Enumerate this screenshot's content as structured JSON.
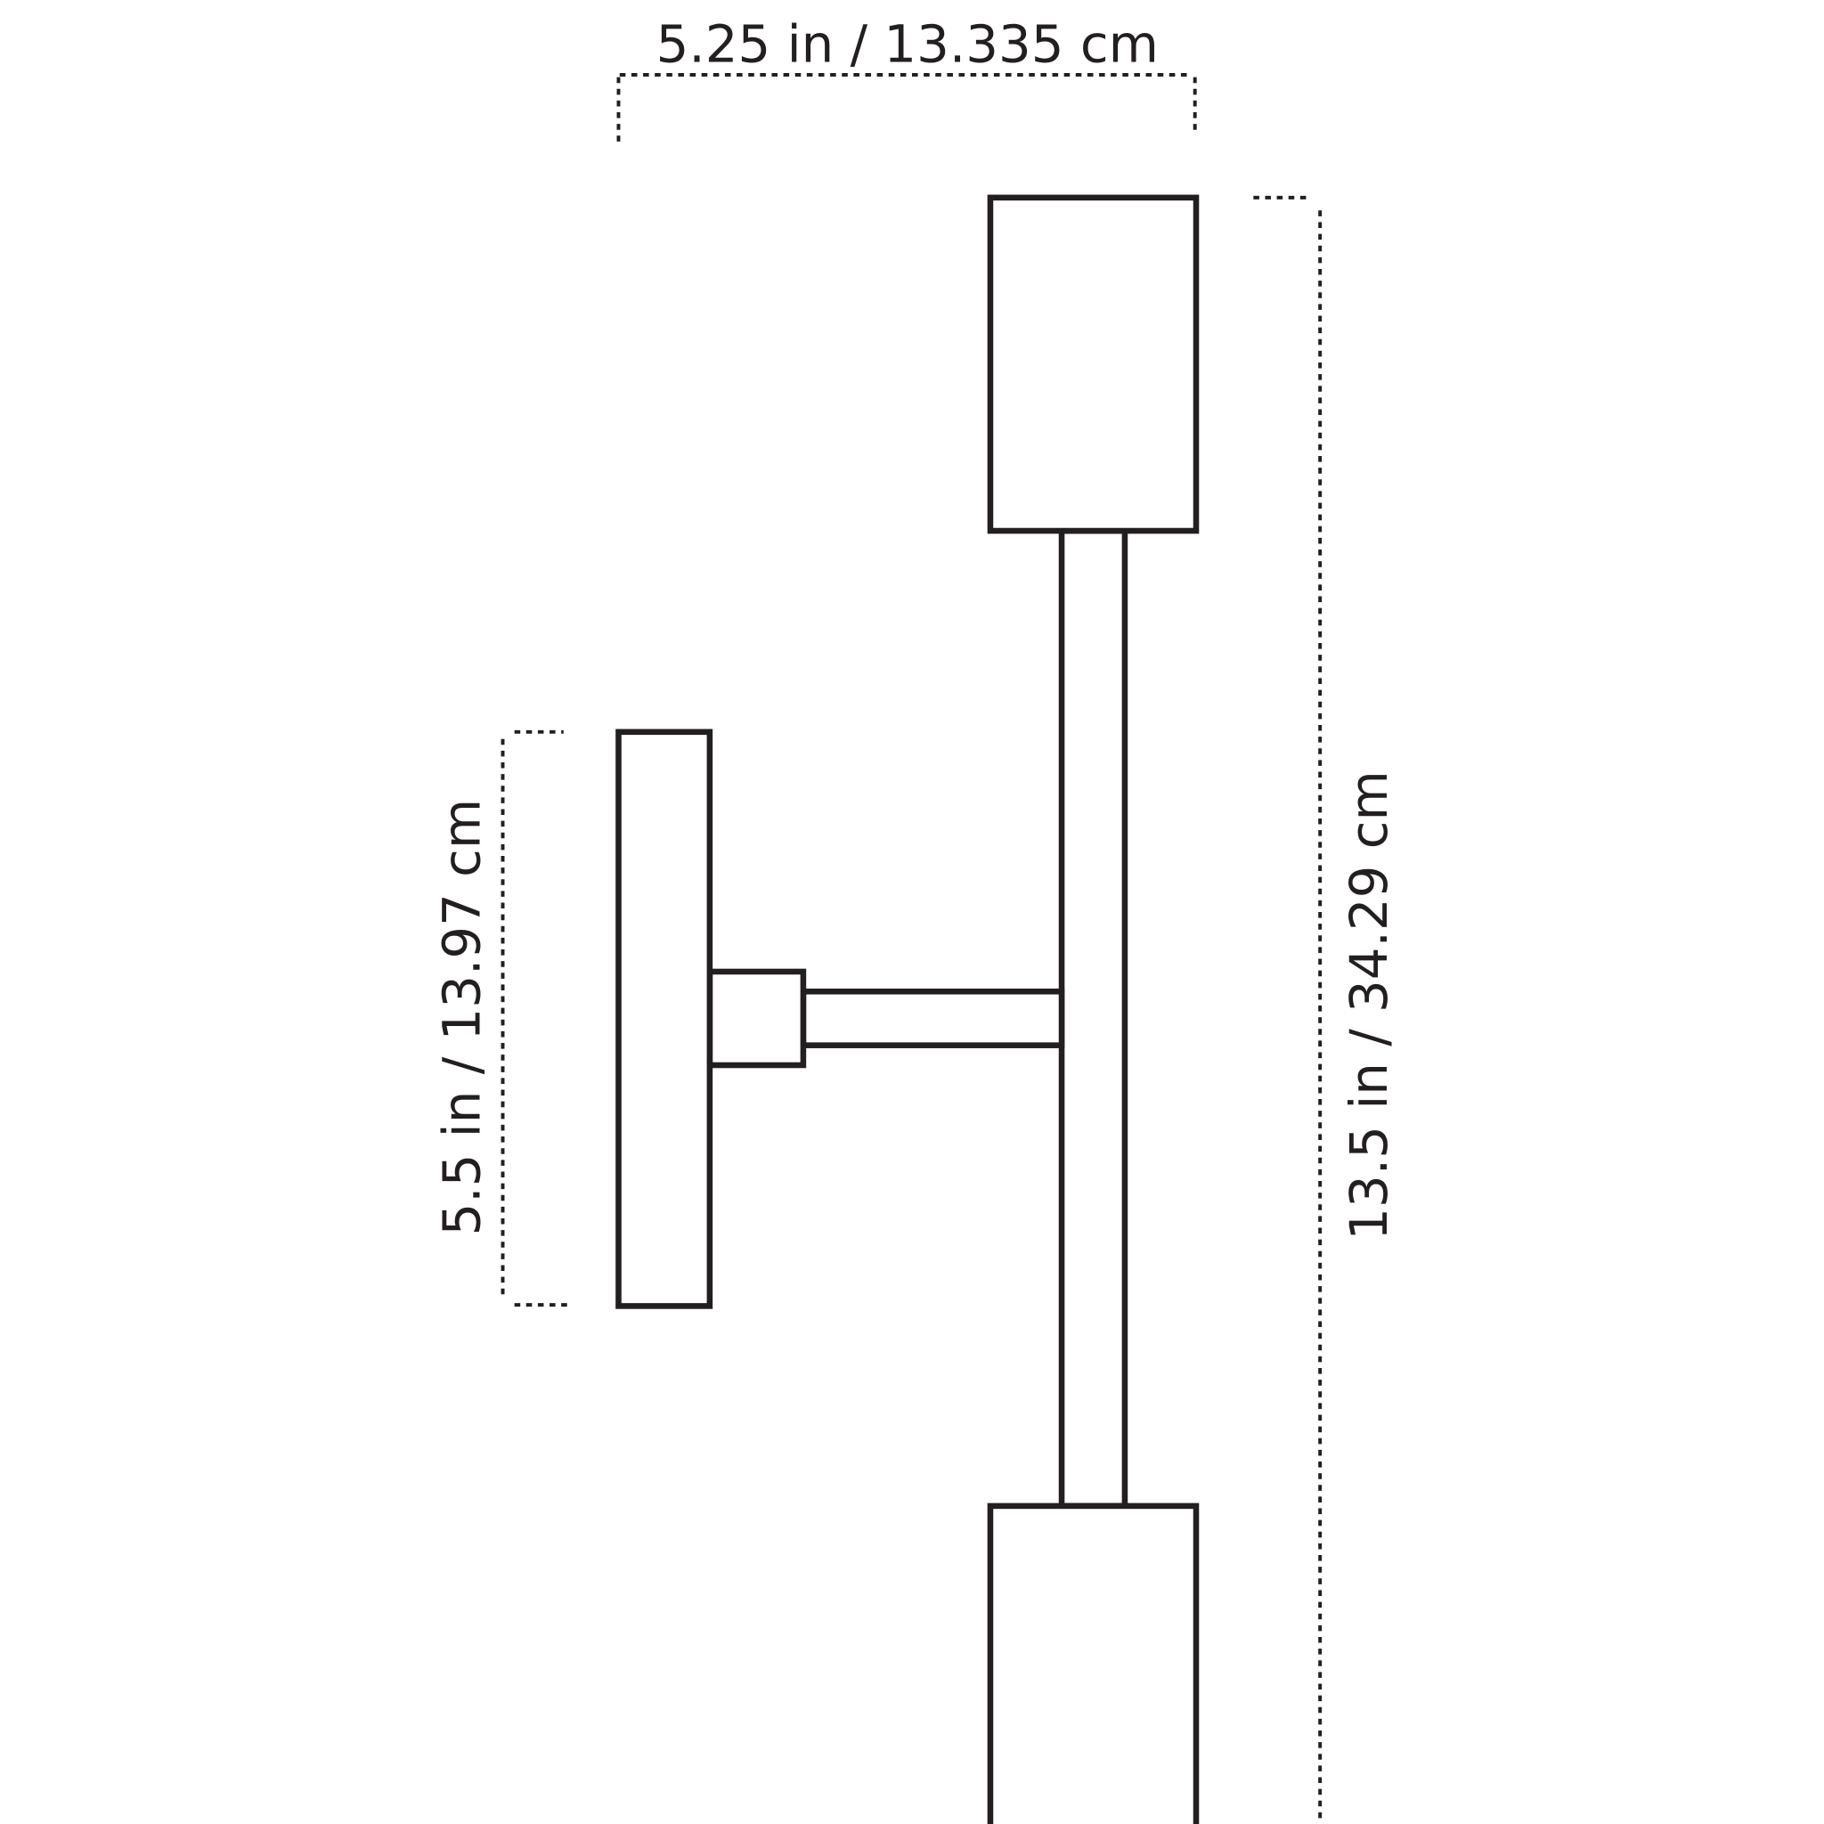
{
  "dimensions": {
    "width": "5.25 in / 13.335 cm",
    "total_height": "13.5 in / 34.29 cm",
    "backplate_height": "5.5 in / 13.97 cm"
  },
  "colors": {
    "line": "#231f20",
    "background": "#ffffff"
  }
}
